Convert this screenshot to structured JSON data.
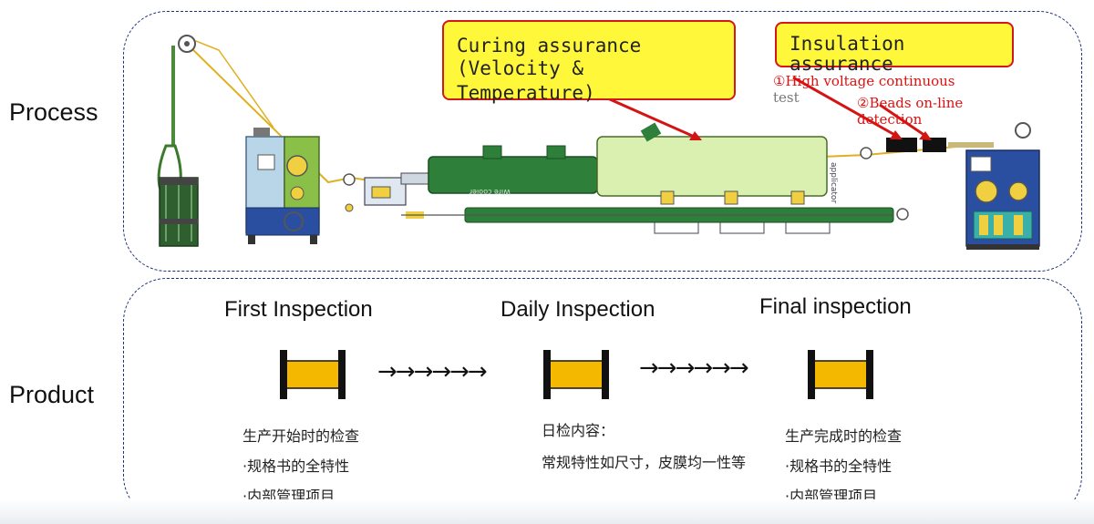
{
  "labels": {
    "process": "Process",
    "product": "Product"
  },
  "process": {
    "curing_callout": {
      "lines": [
        "Curing  assurance",
        "(Velocity &",
        "Temperature)"
      ]
    },
    "insulation_callout": {
      "lines": [
        "Insulation",
        "assurance"
      ]
    },
    "notes": {
      "test_line1": "①High voltage continuous",
      "test_line2": "test",
      "beads_line1": "②Beads on-line",
      "beads_line2": "detection"
    },
    "machine_labels": {
      "wire_cooler": "Wire cooler",
      "applicator": "applicator"
    }
  },
  "product": {
    "arrows": "→→→→→→",
    "stages": [
      {
        "title": "First Inspection",
        "lines": [
          "生产开始时的检查",
          "·规格书的全特性",
          "·内部管理项目"
        ]
      },
      {
        "title": "Daily Inspection",
        "lines": [
          "日检内容：",
          "常规特性如尺寸，皮膜均一性等"
        ]
      },
      {
        "title": "Final inspection",
        "lines": [
          "生产完成时的检查",
          "·规格书的全特性",
          "·内部管理项目"
        ]
      }
    ]
  },
  "colors": {
    "panel_border": "#1c2f7a",
    "callout_fill": "#fff83a",
    "callout_border": "#d21818",
    "annotation_red": "#e01010",
    "reel_fill": "#f5b800",
    "machine_green": "#2f8a3a",
    "oven_fill": "#d9f0b0"
  }
}
